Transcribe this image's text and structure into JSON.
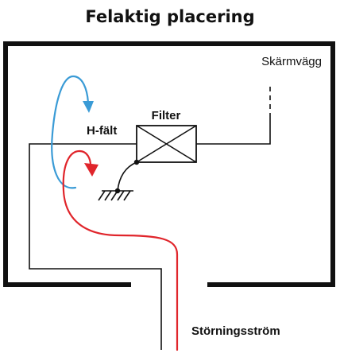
{
  "title": "Felaktig placering",
  "labels": {
    "shield_wall": "Skärmvägg",
    "filter": "Filter",
    "h_field": "H-fält",
    "interference_current": "Störningsström"
  },
  "colors": {
    "ink": "#111111",
    "h_field_loop": "#3a9bd6",
    "current_loop": "#e0252b",
    "background": "#ffffff"
  },
  "icons": {
    "filter": "filter-box-with-cross",
    "ground": "ground-symbol",
    "h_field_arrow": "curved-arrow",
    "current_arrow": "curved-arrow"
  }
}
